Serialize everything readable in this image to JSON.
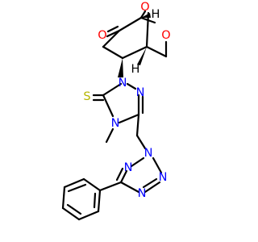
{
  "molecule": {
    "colors": {
      "bond": "#000000",
      "oxygen": "#ff0000",
      "nitrogen": "#0000ff",
      "sulfur": "#b5b500"
    },
    "atoms": {
      "o_bridge": "O",
      "o_ring": "O",
      "o_ketone": "O",
      "h_top": "H",
      "h_mid": "H",
      "s_thione": "S",
      "n_triazole_1": "N",
      "n_triazole_2": "N",
      "n_triazole_4": "N",
      "n_tetrazole_1": "N",
      "n_tetrazole_2": "N",
      "n_tetrazole_3": "N",
      "n_tetrazole_4": "N",
      "methyl": "CH3"
    }
  }
}
